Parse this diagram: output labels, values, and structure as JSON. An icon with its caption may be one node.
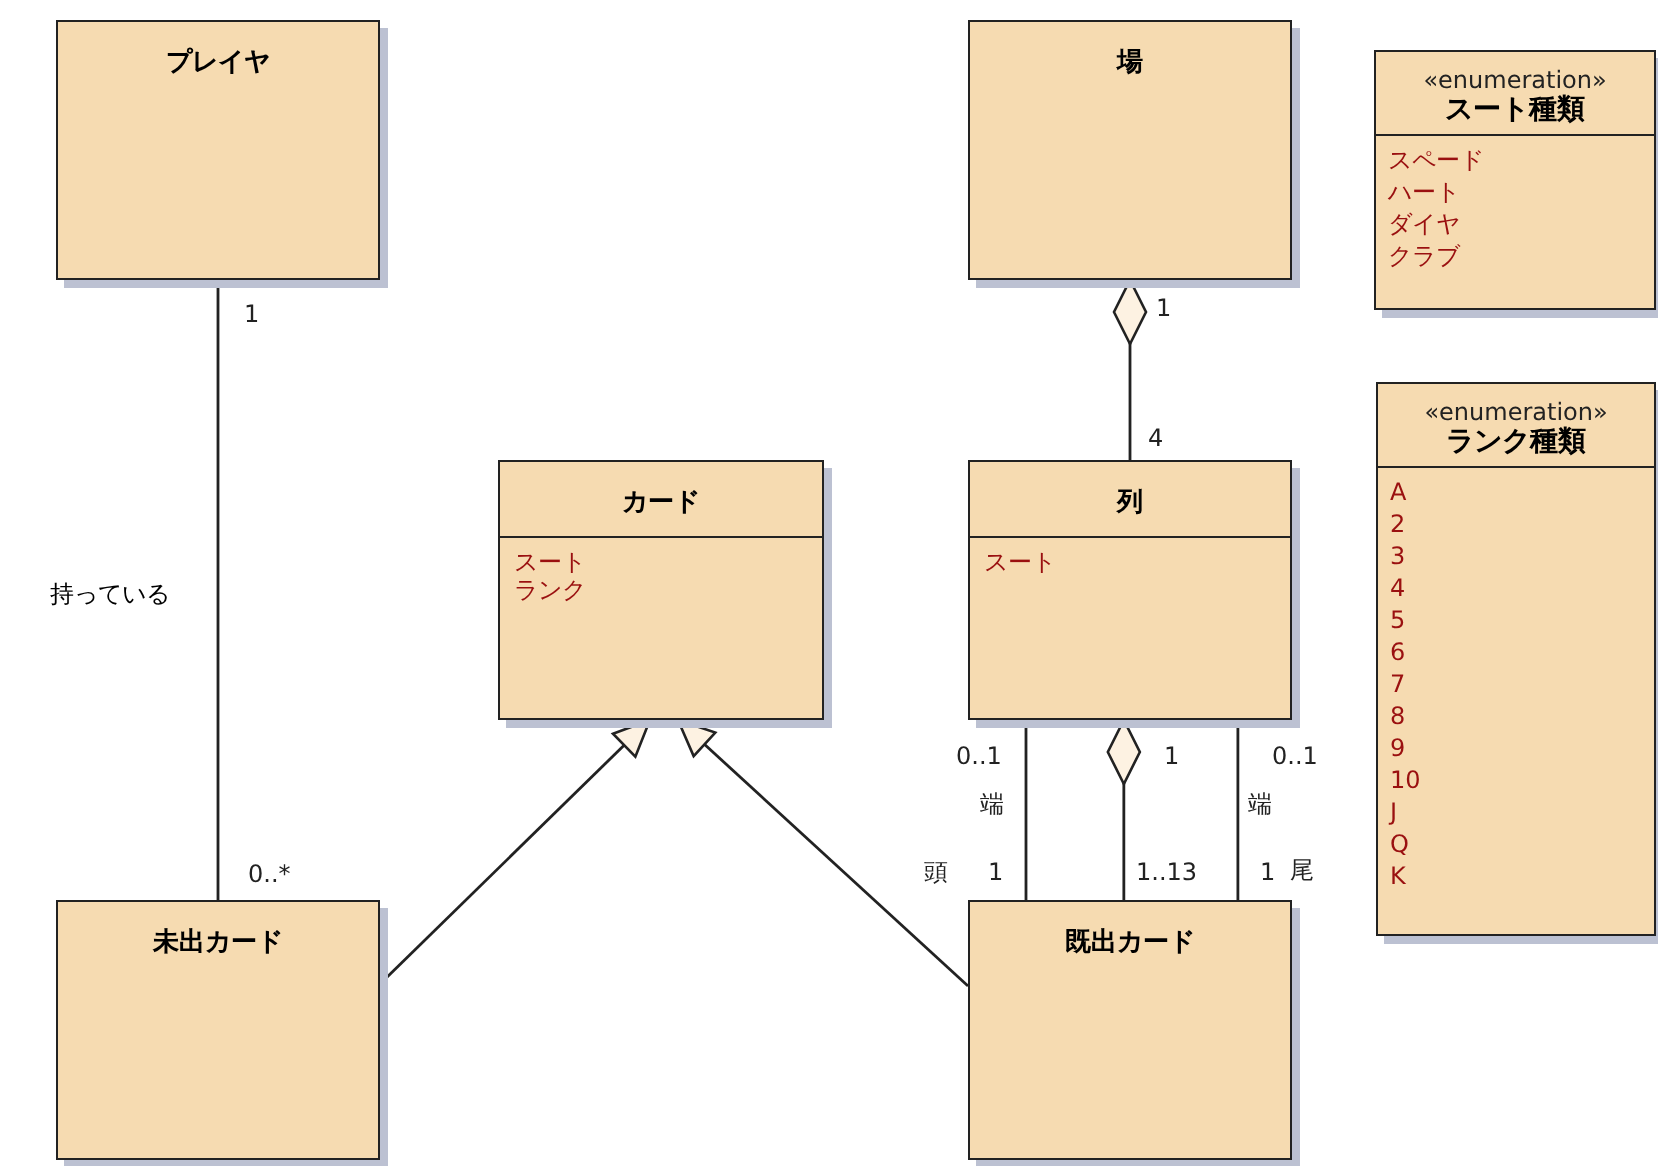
{
  "diagram": {
    "nodes": [
      {
        "text": [
          "プレイヤ"
        ]
      },
      {
        "text": [
          "場"
        ]
      },
      {
        "text": [
          "«enumeration»",
          "スート種類",
          "スペード",
          "ハート",
          "ダイヤ",
          "クラブ"
        ]
      },
      {
        "text": [
          "カード",
          "スート",
          "ランク"
        ]
      },
      {
        "text": [
          "列",
          "スート"
        ]
      },
      {
        "text": [
          "«enumeration»",
          "ランク種類",
          "A",
          "2",
          "3",
          "4",
          "5",
          "6",
          "7",
          "8",
          "9",
          "10",
          "J",
          "Q",
          "K"
        ]
      },
      {
        "text": [
          "未出カード"
        ]
      },
      {
        "text": [
          "既出カード"
        ]
      }
    ],
    "edges": [
      {
        "from": 0,
        "to": 6,
        "arrow": "none",
        "label": "持っている"
      },
      {
        "from": 1,
        "to": 4,
        "arrow": "other"
      },
      {
        "from": 6,
        "to": 3,
        "arrow": "to"
      },
      {
        "from": 7,
        "to": 3,
        "arrow": "to"
      },
      {
        "from": 4,
        "to": 7,
        "arrow": "none"
      },
      {
        "from": 4,
        "to": 7,
        "arrow": "other"
      },
      {
        "from": 4,
        "to": 7,
        "arrow": "none"
      }
    ],
    "labels": [
      "1",
      "0..*",
      "1",
      "4",
      "0..1",
      "端",
      "頭",
      "1",
      "1",
      "1..13",
      "0..1",
      "端",
      "1",
      "尾"
    ]
  }
}
